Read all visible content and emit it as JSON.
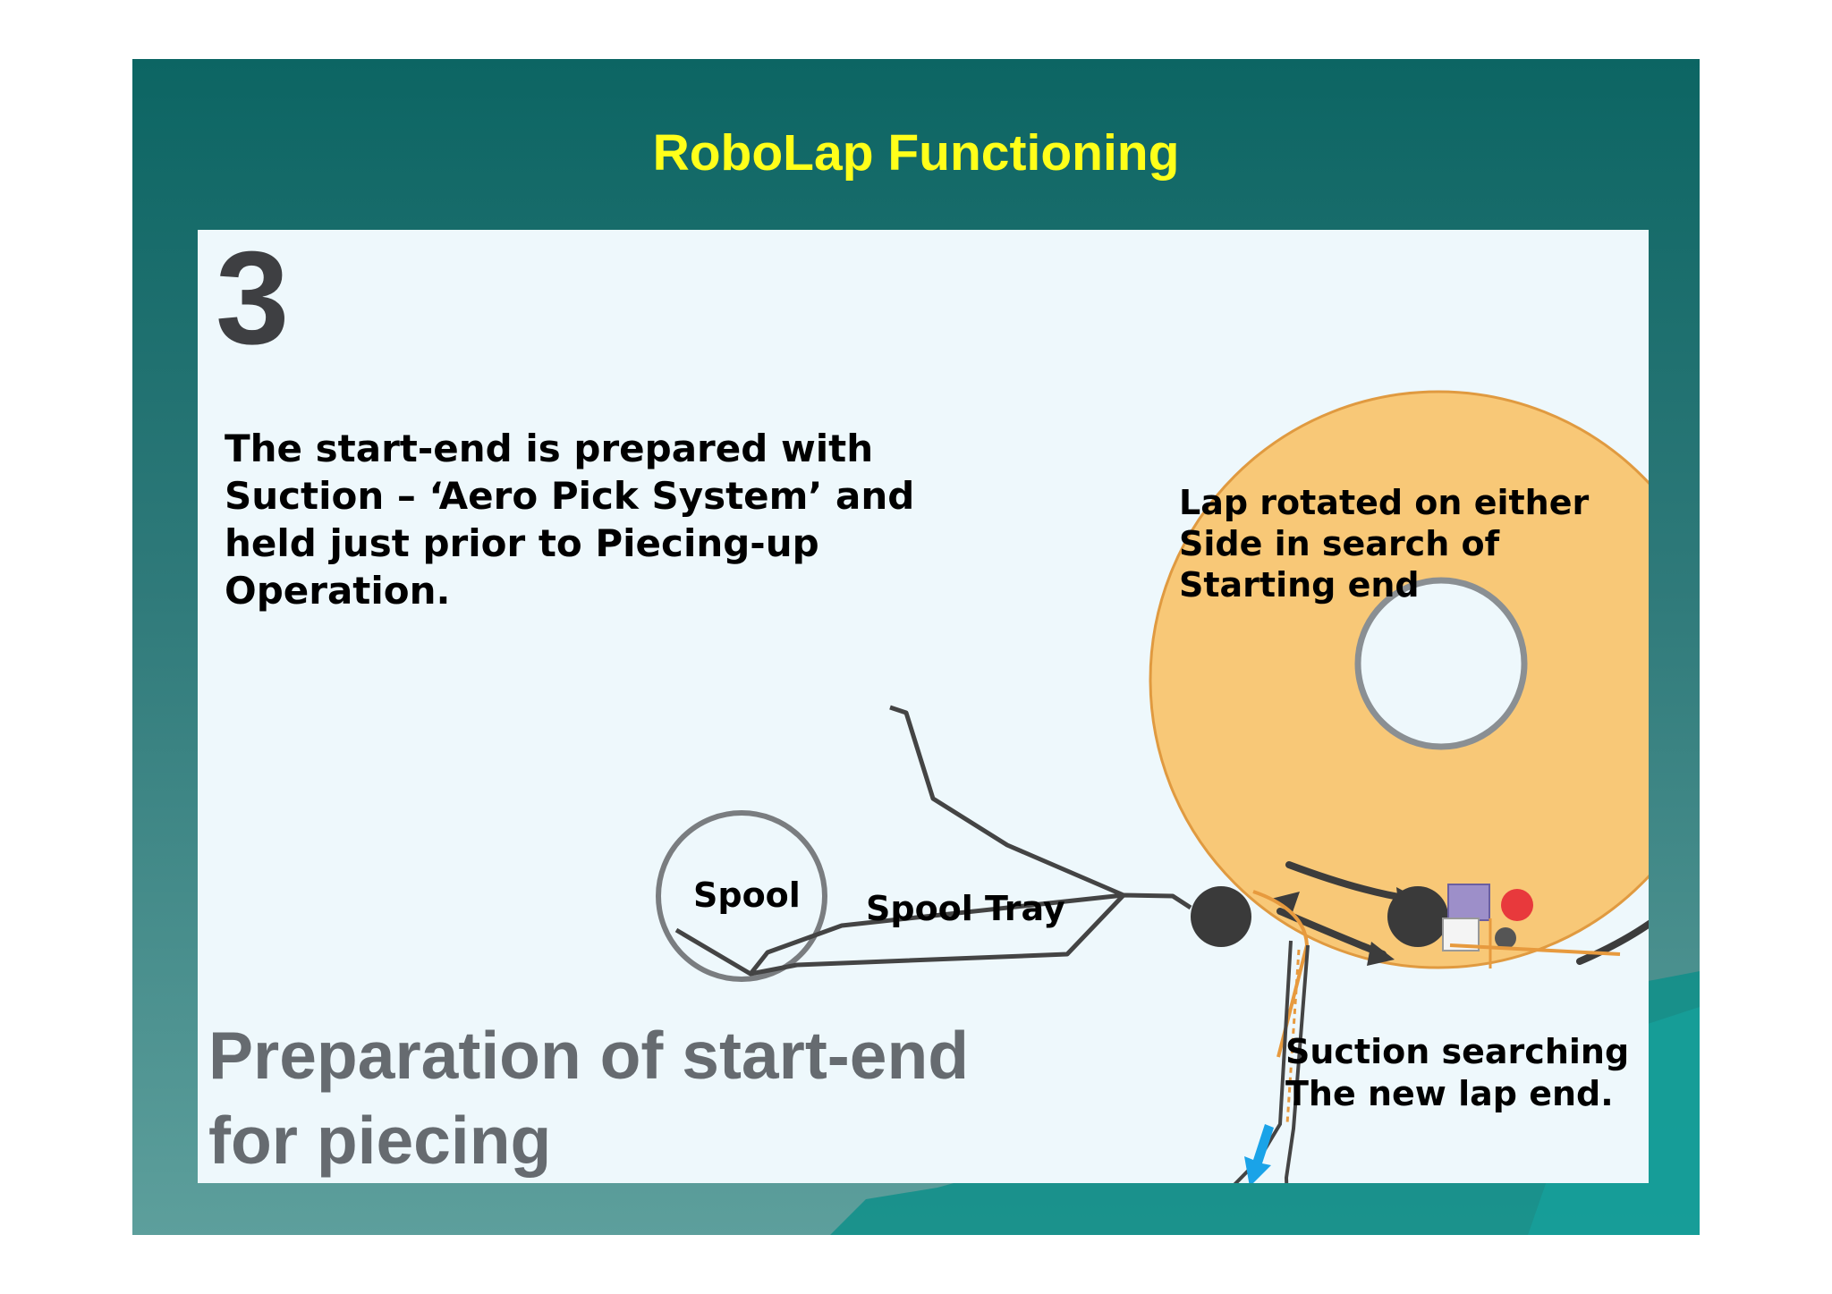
{
  "slide": {
    "title": "RoboLap Functioning"
  },
  "panel": {
    "step_number": "3",
    "intro": "The start-end is prepared with Suction – ‘Aero Pick System’ and held just prior to Piecing-up Operation.",
    "lap_note": "Lap rotated on either Side in search of Starting end",
    "spool_label": "Spool",
    "spool_tray_label": "Spool Tray",
    "suction_note": "Suction searching The new lap end.",
    "caption": "Preparation of start-end for piecing"
  },
  "colors": {
    "background_top": "#0c6563",
    "background_bottom": "#5d9f9c",
    "title": "#ffff1a",
    "panel": "#eef8fc",
    "lap": "#f8c877",
    "suction_arrow": "#1aa3e8"
  }
}
